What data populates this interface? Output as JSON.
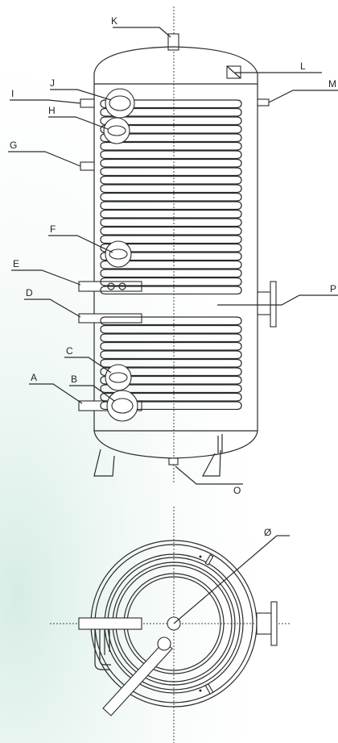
{
  "labels": {
    "K": "K",
    "L": "L",
    "M": "M",
    "I": "I",
    "J": "J",
    "H": "H",
    "G": "G",
    "F": "F",
    "E": "E",
    "D": "D",
    "P": "P",
    "C": "C",
    "A": "A",
    "B": "B",
    "O": "O",
    "diameter": "Ø"
  },
  "colors": {
    "line": "#2a2a2a",
    "background": "#ffffff",
    "tint": "#d8ede6"
  }
}
